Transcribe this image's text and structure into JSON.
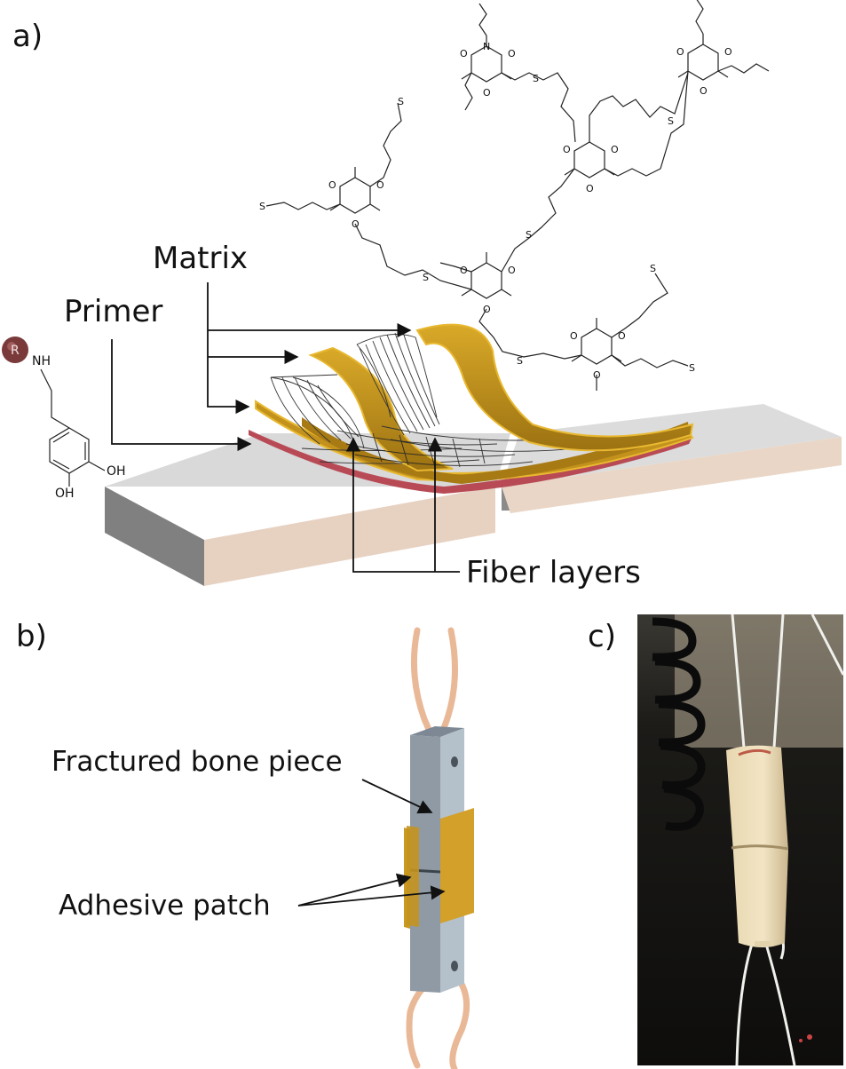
{
  "panels": {
    "a": "a)",
    "b": "b)",
    "c": "c)"
  },
  "labels": {
    "matrix": "Matrix",
    "primer": "Primer",
    "fiber_layers": "Fiber layers",
    "fractured_bone": "Fractured bone piece",
    "adhesive_patch": "Adhesive patch"
  },
  "molecule": {
    "r_group": "R",
    "amine": "NH",
    "hydroxyl_1": "OH",
    "hydroxyl_2": "OH"
  },
  "atoms": {
    "N": "N",
    "O": "O",
    "S": "S"
  },
  "colors": {
    "bone_top": "#dcdcdc",
    "bone_side": "#8a8a8a",
    "bone_front": "#e9d7c8",
    "matrix_gold": "#c99a22",
    "matrix_edge": "#e8b830",
    "primer_red": "#b84a55",
    "cord": "#e8b898",
    "bar_gray": "#8e99a3",
    "bar_light": "#b3bfc8"
  }
}
